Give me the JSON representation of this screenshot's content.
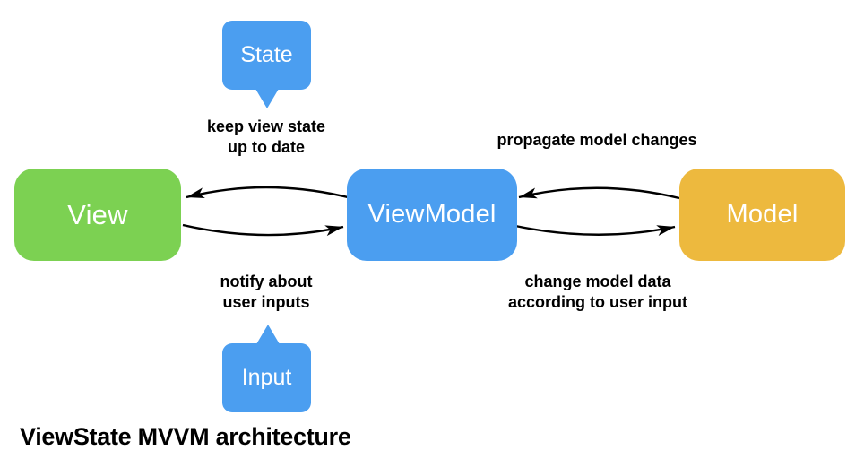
{
  "diagram": {
    "title": "ViewState MVVM architecture",
    "background_color": "#ffffff",
    "arrow_color": "#000000",
    "nodes": {
      "view": {
        "label": "View",
        "color": "#7CD152",
        "text_color": "#ffffff"
      },
      "viewmodel": {
        "label": "ViewModel",
        "color": "#4B9EF0",
        "text_color": "#ffffff"
      },
      "model": {
        "label": "Model",
        "color": "#EDB93E",
        "text_color": "#ffffff"
      }
    },
    "callouts": {
      "state": {
        "label": "State",
        "color": "#4B9EF0",
        "text_color": "#ffffff"
      },
      "input": {
        "label": "Input",
        "color": "#4B9EF0",
        "text_color": "#ffffff"
      }
    },
    "edge_labels": {
      "keep_view_state": {
        "lines": [
          "keep view state",
          "up to date"
        ]
      },
      "propagate_changes": {
        "lines": [
          "propagate model changes"
        ]
      },
      "notify_inputs": {
        "lines": [
          "notify about",
          "user inputs"
        ]
      },
      "change_model_data": {
        "lines": [
          "change model data",
          "according to user input"
        ]
      }
    }
  }
}
